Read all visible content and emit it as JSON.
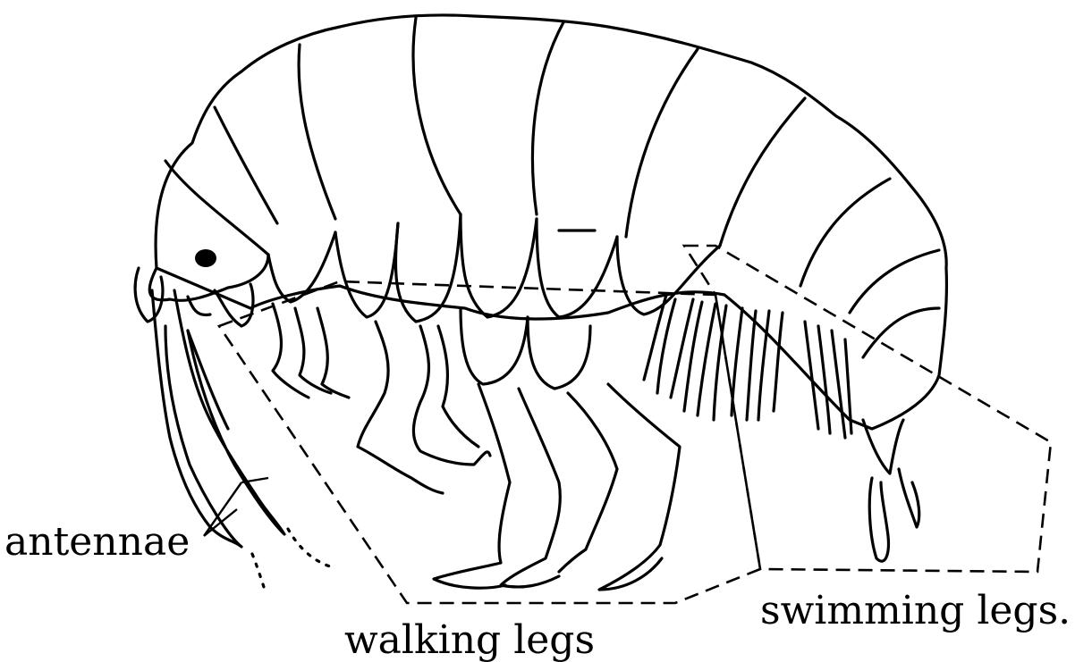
{
  "diagram": {
    "subject": "amphipod",
    "labels": {
      "antennae": "antennae",
      "walking_legs": "walking legs",
      "swimming_legs": "swimming legs."
    },
    "colors": {
      "ink": "#000000",
      "background": "#ffffff"
    }
  }
}
